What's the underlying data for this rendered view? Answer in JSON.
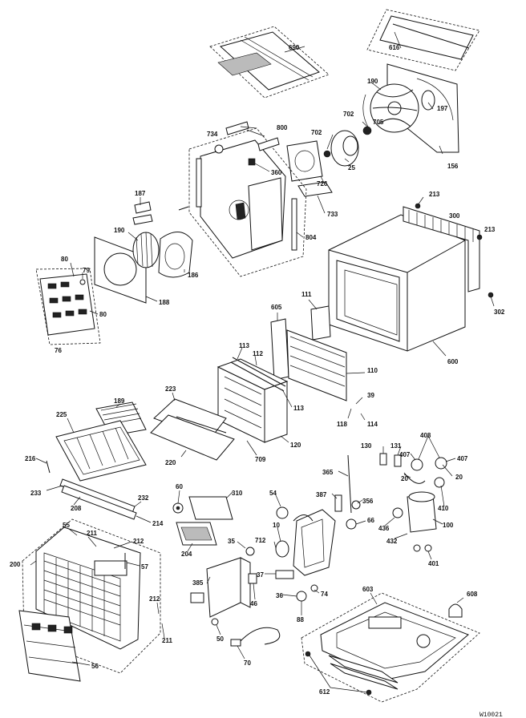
{
  "diagram": {
    "footer_code": "W10021",
    "callouts": {
      "690": "690",
      "616": "616",
      "190b": "190",
      "197b": "197",
      "702a": "702",
      "705": "705",
      "156": "156",
      "734": "734",
      "800": "800",
      "702b": "702",
      "25": "25",
      "360": "360",
      "726": "726",
      "733": "733",
      "804": "804",
      "187": "187",
      "190a": "190",
      "186": "186",
      "188": "188",
      "80a": "80",
      "79": "79",
      "80b": "80",
      "76": "76",
      "213a": "213",
      "300": "300",
      "213b": "213",
      "302": "302",
      "600": "600",
      "111": "111",
      "605": "605",
      "113a": "113",
      "112": "112",
      "110": "110",
      "113b": "113",
      "39": "39",
      "118": "118",
      "114": "114",
      "223": "223",
      "120": "120",
      "709": "709",
      "189": "189",
      "225": "225",
      "220": "220",
      "216": "216",
      "233": "233",
      "208": "208",
      "232": "232",
      "214": "214",
      "60": "60",
      "310": "310",
      "204": "204",
      "130": "130",
      "131": "131",
      "408": "408",
      "407a": "407",
      "407b": "407",
      "20a": "20",
      "20b": "20",
      "410": "410",
      "365": "365",
      "387": "387",
      "356": "356",
      "436": "436",
      "100": "100",
      "432": "432",
      "401": "401",
      "54": "54",
      "10": "10",
      "712": "712",
      "66": "66",
      "35": "35",
      "37": "37",
      "74": "74",
      "36": "36",
      "46": "46",
      "88": "88",
      "385": "385",
      "50": "50",
      "70": "70",
      "603": "603",
      "608": "608",
      "612": "612",
      "200": "200",
      "55": "55",
      "211a": "211",
      "212a": "212",
      "57": "57",
      "212b": "212",
      "211b": "211",
      "56": "56"
    }
  }
}
